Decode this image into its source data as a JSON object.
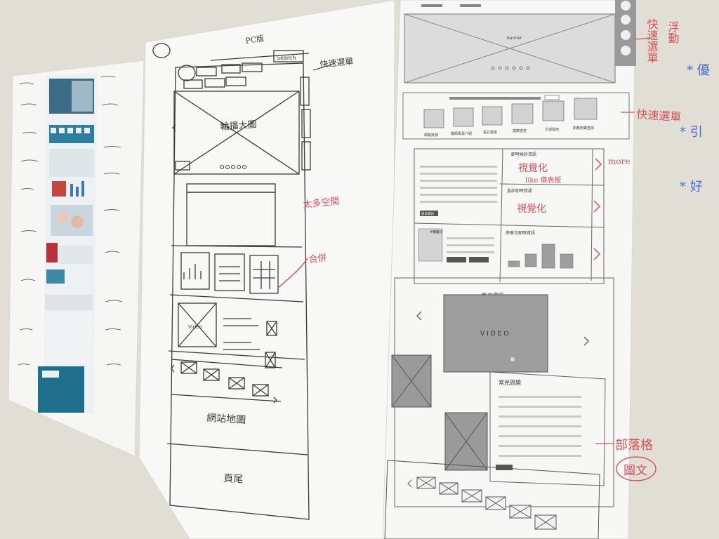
{
  "scene": {
    "wall_color": "#e9e6dd",
    "paper_color": "#f7f7f5",
    "ink_color": "#3a3a3a",
    "red_ink": "#d4525a",
    "blue_ink": "#4a6ed0"
  },
  "middle_sheet": {
    "header_note": "PC版",
    "search_label": "Search",
    "banner_label": "輪播大圖",
    "handwritten_footer": "頁尾",
    "sitemap_label": "網站地圖",
    "video_label": "Video",
    "notes": {
      "quick_menu": "快速選單",
      "too_much_space": "太多空間",
      "merge": "合併"
    }
  },
  "right_sheet": {
    "banner_label": "banner",
    "video_section_title": "影音專區",
    "video_label": "VIDEO",
    "faq_title": "常見問題",
    "more_button": "更多資訊",
    "panel_titles": [
      "即時候診資訊",
      "急診即時資訊",
      "停車位即時資訊",
      "中醫醫訊"
    ],
    "quick_icons": [
      "網路掛號",
      "醫師專長介紹",
      "看診進度",
      "健康檢查",
      "交通指南",
      "衛教用藥查詢"
    ],
    "notes": {
      "quick_menu": "快速選單",
      "visualize_1": "視覺化",
      "visualize_like": "like 儀表板",
      "visualize_2": "視覺化",
      "more": "more",
      "blog": "部落格",
      "image_text": "圖文",
      "floating_menu": "快速選單",
      "floating": "浮動"
    }
  },
  "wall_notes": {
    "star_1": "* 優",
    "star_2": "* 引",
    "star_3": "* 好"
  }
}
